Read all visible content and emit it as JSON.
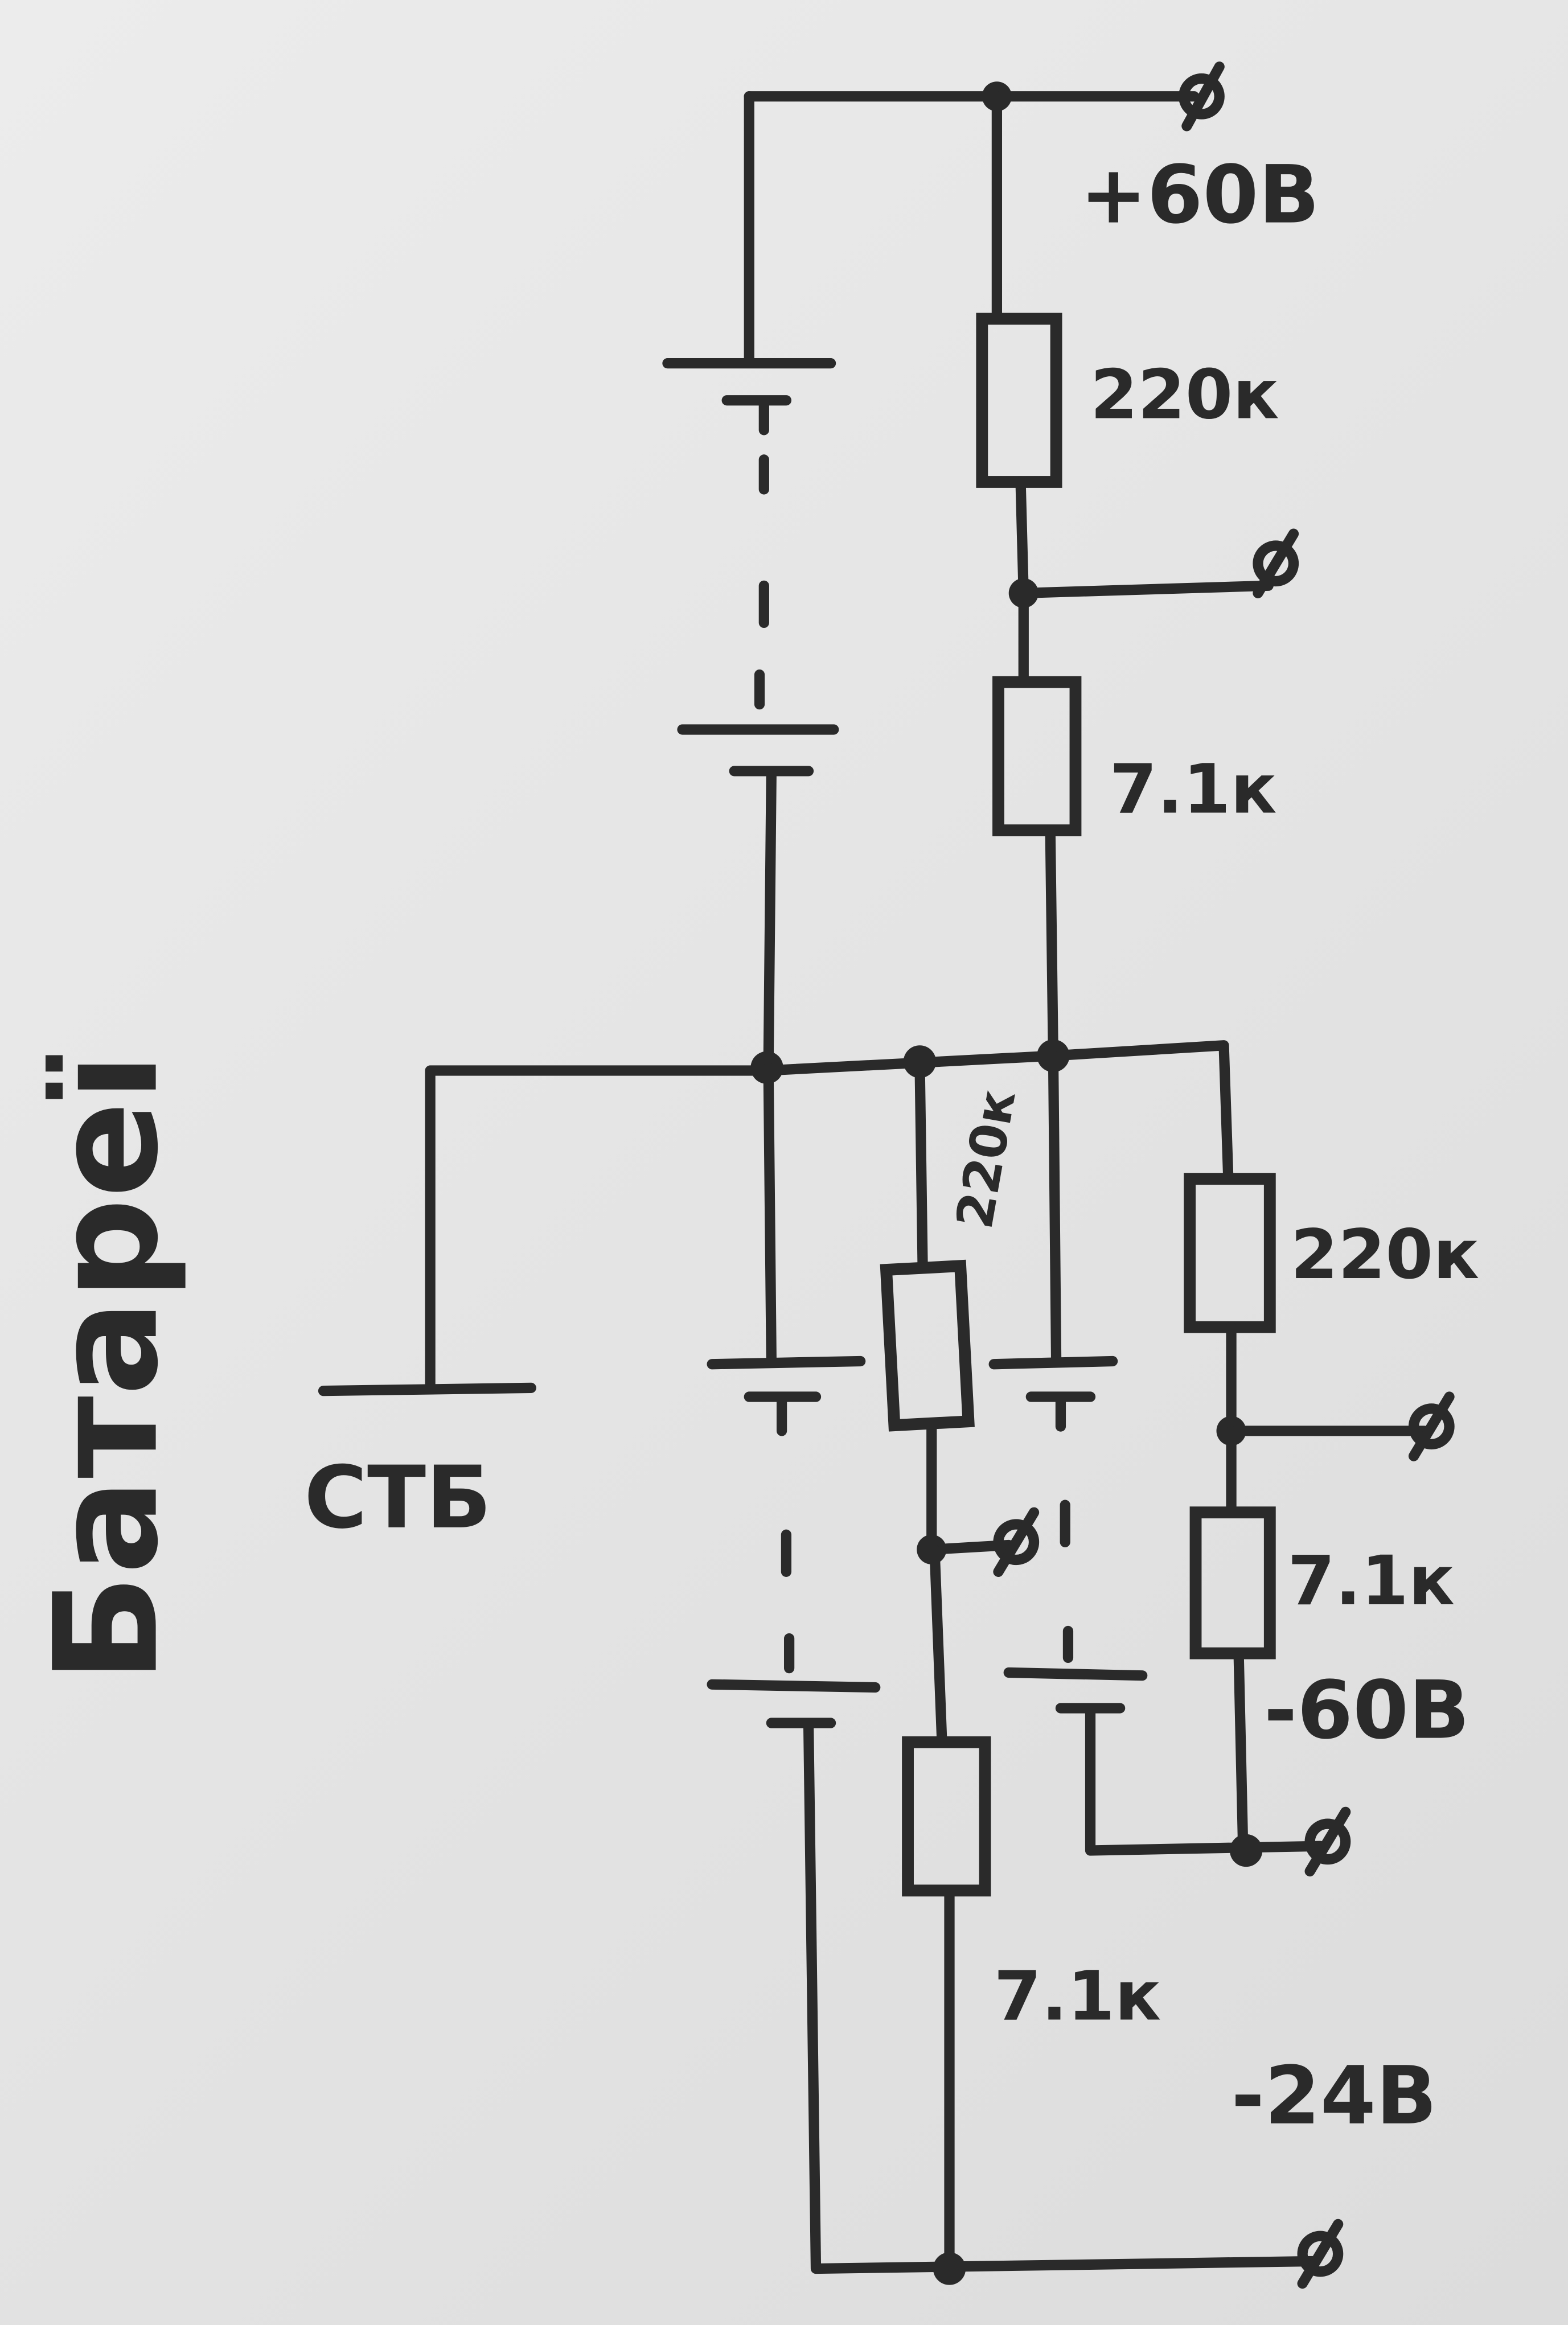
{
  "side_title": "Батареї",
  "labels": {
    "plus60": "+60В",
    "r1": "220к",
    "r2": "7.1к",
    "ground": "СТБ",
    "r3": "220к",
    "r4": "7.1к",
    "r5": "220к",
    "r6": "7.1к",
    "minus60": "-60В",
    "minus24": "-24В"
  },
  "terminal_symbol": "ø"
}
